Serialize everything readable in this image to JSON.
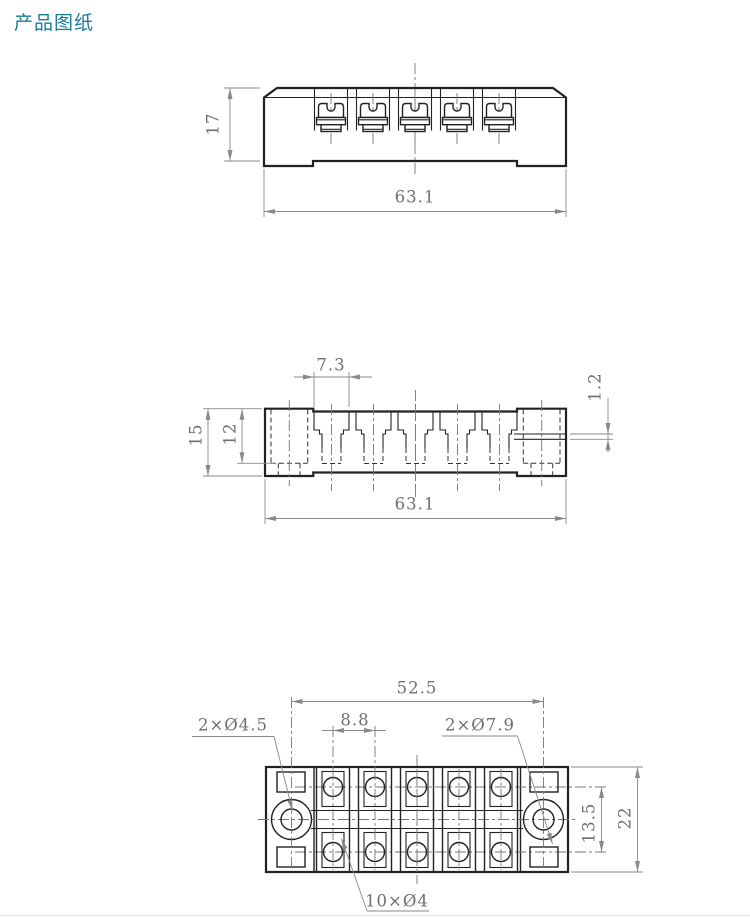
{
  "page": {
    "title": "产品图纸"
  },
  "colors": {
    "title": "#1b7a98",
    "outline": "#222222",
    "dimension": "#8a8a8a",
    "dim_text": "#6f6f6f"
  },
  "front_view": {
    "height": "17",
    "width": "63.1"
  },
  "section_view": {
    "opening_width": "7.3",
    "lip_thickness": "1.2",
    "total_height": "15",
    "bore_depth": "12",
    "width": "63.1"
  },
  "top_view": {
    "mount_hole_spacing": "52.5",
    "terminal_pitch": "8.8",
    "through_holes": "2×Ø4.5",
    "counterbores": "2×Ø7.9",
    "row_spacing": "13.5",
    "body_depth": "22",
    "wire_holes": "10×Ø4"
  }
}
